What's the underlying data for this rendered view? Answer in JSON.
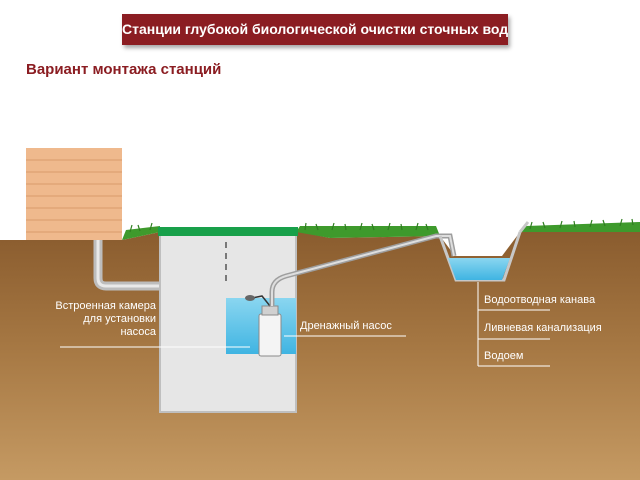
{
  "header": {
    "title": "Станции глубокой биологической очистки сточных вод"
  },
  "subtitle": "Вариант монтажа станций",
  "labels": {
    "chamber_line1": "Встроенная камера",
    "chamber_line2": "для установки",
    "chamber_line3": "насоса",
    "pump": "Дренажный насос",
    "ditch": "Водоотводная канава",
    "storm_drain": "Ливневая канализация",
    "pond": "Водоем"
  },
  "colors": {
    "title_bg": "#8b1d22",
    "soil": "#a0733f",
    "grass": "#3e9a2c",
    "water": "#4fc3e8",
    "station_body": "#e6e6e6",
    "station_lid": "#18a04a",
    "house_wall": "#efb98d"
  }
}
